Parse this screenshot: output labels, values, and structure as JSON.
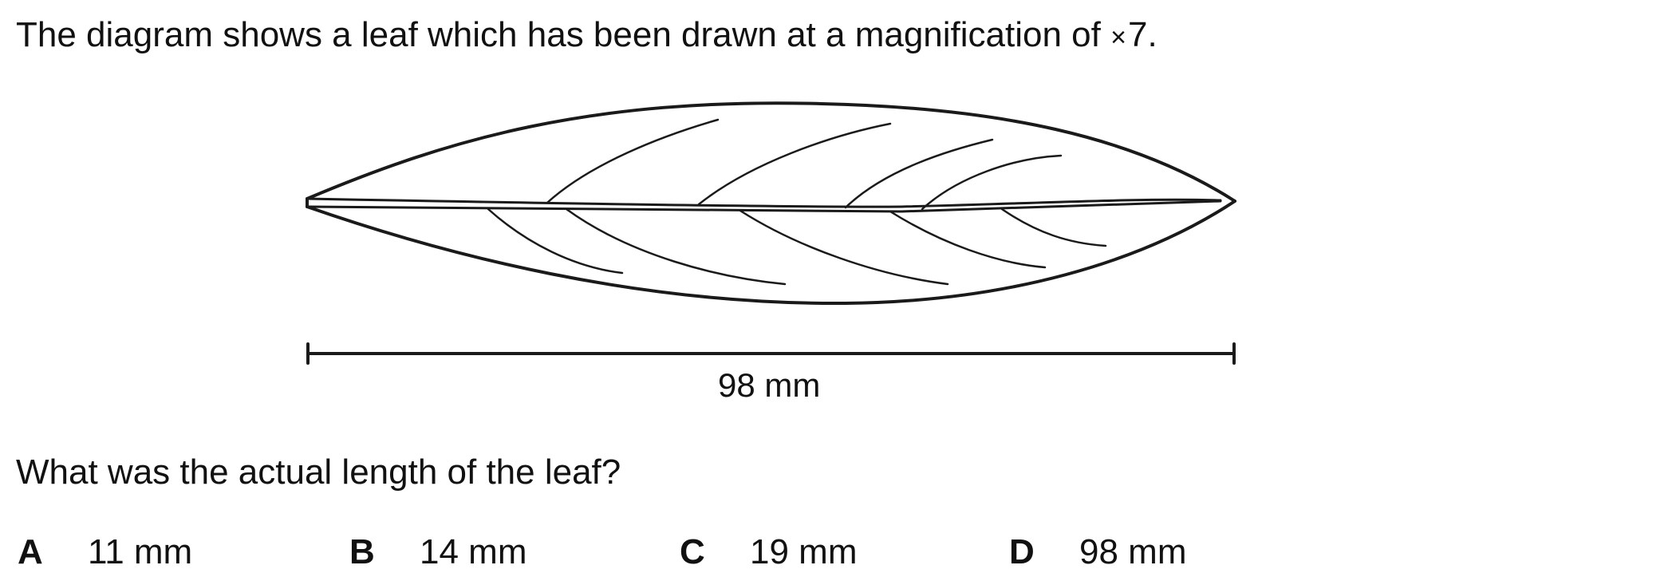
{
  "intro": {
    "text_before": "The diagram shows a leaf which has been drawn at a magnification of ",
    "times_symbol": "×",
    "magnification": "7."
  },
  "diagram": {
    "measurement_label": "98 mm"
  },
  "question": "What was the actual length of the leaf?",
  "options": [
    {
      "letter": "A",
      "value": "11 mm"
    },
    {
      "letter": "B",
      "value": "14 mm"
    },
    {
      "letter": "C",
      "value": "19 mm"
    },
    {
      "letter": "D",
      "value": "98 mm"
    }
  ]
}
